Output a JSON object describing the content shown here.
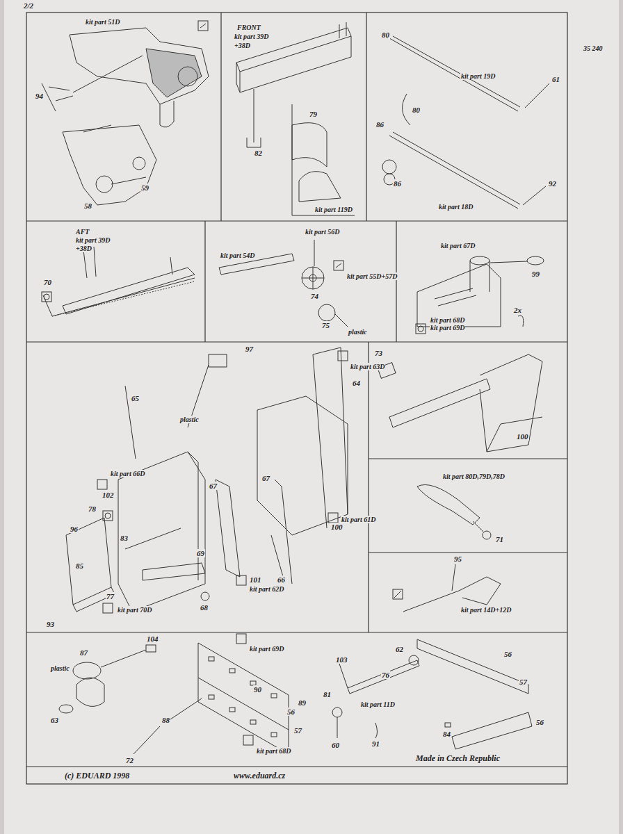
{
  "diagram": {
    "labels": [
      "2/2",
      "kit part 51D",
      "FRONT",
      "kit part 39D",
      "+38D",
      "80",
      "35 240",
      "kit part 19D",
      "61",
      "94",
      "79",
      "80",
      "86",
      "82",
      "59",
      "86",
      "92",
      "58",
      "kit part 119D",
      "kit part 18D",
      "AFT",
      "kit part 39D",
      "+38D",
      "kit part 56D",
      "kit part 67D",
      "kit part 54D",
      "99",
      "70",
      "74",
      "kit part 55D+57D",
      "2x",
      "75",
      "kit part 68D",
      "kit part 69D",
      "plastic",
      "97",
      "kit part 63D",
      "73",
      "64",
      "65",
      "plastic",
      "kit part 66D",
      "102",
      "67",
      "67",
      "kit part 80D,79D,78D",
      "78",
      "96",
      "100",
      "100",
      "kit part 61D",
      "83",
      "71",
      "85",
      "95",
      "69",
      "101",
      "kit part 62D",
      "66",
      "77",
      "kit part 14D+12D",
      "68",
      "kit part 70D",
      "93",
      "104",
      "kit part 69D",
      "87",
      "103",
      "62",
      "56",
      "76",
      "plastic",
      "90",
      "81",
      "57",
      "89",
      "kit part 11D",
      "56",
      "63",
      "88",
      "56",
      "84",
      "57",
      "kit part 68D",
      "60",
      "91",
      "72",
      "Made in Czech Republic",
      "(c) EDUARD 1998",
      "www.eduard.cz"
    ]
  }
}
